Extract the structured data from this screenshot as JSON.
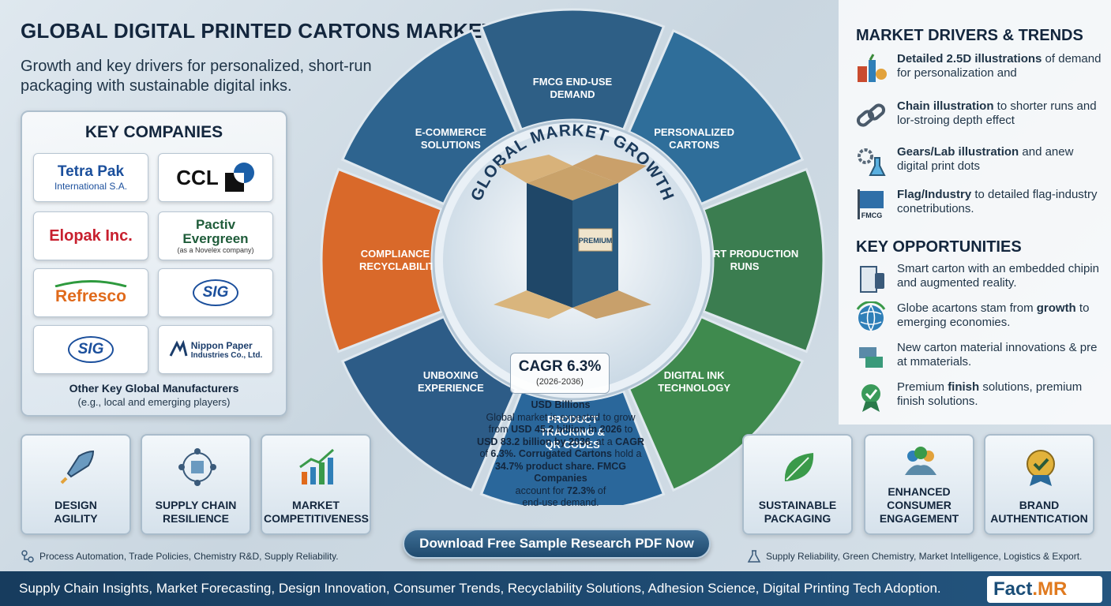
{
  "header": {
    "title": "GLOBAL DIGITAL PRINTED CARTONS MARKET",
    "subtitle": "Growth and key drivers for personalized, short-run packaging with sustainable digital inks."
  },
  "companies": {
    "title": "KEY COMPANIES",
    "logos": [
      {
        "name": "Tetra Pak",
        "sub": "International S.A.",
        "color": "#1b4f9c"
      },
      {
        "name": "CCL",
        "sub": "",
        "color": "#111111"
      },
      {
        "name": "Elopak Inc.",
        "sub": "",
        "color": "#c8202f"
      },
      {
        "name": "Pactiv Evergreen",
        "sub": "(as a Novelex company)",
        "color": "#1f5c3a"
      },
      {
        "name": "Refresco",
        "sub": "",
        "color": "#e06a1b"
      },
      {
        "name": "SIG",
        "sub": "",
        "color": "#1b4f9c"
      },
      {
        "name": "SIG",
        "sub": "",
        "color": "#1b4f9c"
      },
      {
        "name": "Nippon Paper",
        "sub": "Industries Co., Ltd.",
        "color": "#1b3d6b"
      }
    ],
    "other_title": "Other Key Global Manufacturers",
    "other_sub": "(e.g., local and emerging players)"
  },
  "wheel": {
    "center_title": "GLOBAL MARKET GROWTH",
    "box_text": "PREMIUM",
    "segments": [
      {
        "label_1": "FMCG END-USE",
        "label_2": "DEMAND",
        "color": "#2e5f86"
      },
      {
        "label_1": "PERSONALIZED",
        "label_2": "CARTONS",
        "color": "#2f6e9a"
      },
      {
        "label_1": "SHORT PRODUCTION",
        "label_2": "RUNS",
        "color": "#3b7d50"
      },
      {
        "label_1": "DIGITAL INK",
        "label_2": "TECHNOLOGY",
        "color": "#3f8a4e"
      },
      {
        "label_1": "PRODUCT",
        "label_2": "TRACKING &",
        "label_3": "QR CODES",
        "color": "#2a679b"
      },
      {
        "label_1": "UNBOXING",
        "label_2": "EXPERIENCE",
        "color": "#2d5c87"
      },
      {
        "label_1": "COMPLIANCE &",
        "label_2": "RECYCLABILITY",
        "color": "#d9692a"
      },
      {
        "label_1": "E-COMMERCE",
        "label_2": "SOLUTIONS",
        "color": "#2e648f"
      }
    ],
    "ink_left": "water-drop",
    "ink_right": "sustainable"
  },
  "cagr": {
    "value": "CAGR 6.3%",
    "period": "(2026-2036)",
    "unit": "USD Billions",
    "text_1": "Global market is expected to grow",
    "text_2a": "from ",
    "text_2b": "USD 45.2 billion in 2026",
    "text_2c": " to",
    "text_3a": "USD 83.2 billion by 2036",
    "text_3b": ", at a ",
    "text_3c": "CAGR",
    "text_4a": "of ",
    "text_4b": "6.3%. Corrugated Cartons",
    "text_4c": " hold a",
    "text_5": "34.7% product share. FMCG Companies",
    "text_6a": "account for ",
    "text_6b": "72.3%",
    "text_6c": " of",
    "text_7": "end-use demand."
  },
  "drivers": {
    "heading": "MARKET DRIVERS & TRENDS",
    "items": [
      {
        "bold": "Detailed 2.5D illustrations",
        "rest": " of demand for personalization and"
      },
      {
        "bold": "Chain illustration",
        "rest": " to shorter runs and lor-stroing depth effect"
      },
      {
        "bold": "Gears/Lab illustration",
        "rest": " and anew digital print dots"
      },
      {
        "bold": "Flag/Industry",
        "rest": " to detailed flag-industry conetributions."
      }
    ],
    "flag_text": "FMCG"
  },
  "opportunities": {
    "heading": "KEY OPPORTUNITIES",
    "items": [
      {
        "pre": "Smart carton with an embedded chipin and augmented reality.",
        "bold": "",
        "post": ""
      },
      {
        "pre": "Globe acartons stam from ",
        "bold": "growth",
        "post": " to emerging economies."
      },
      {
        "pre": "New carton material innovations & pre at mmaterials.",
        "bold": "",
        "post": ""
      },
      {
        "pre": "Premium ",
        "bold": "finish",
        "post": " solutions, premium finish solutions."
      }
    ]
  },
  "features": [
    {
      "label_1": "DESIGN",
      "label_2": "AGILITY"
    },
    {
      "label_1": "SUPPLY CHAIN",
      "label_2": "RESILIENCE"
    },
    {
      "label_1": "MARKET",
      "label_2": "COMPETITIVENESS"
    },
    {
      "label_1": "SUSTAINABLE",
      "label_2": "PACKAGING"
    },
    {
      "label_1": "ENHANCED",
      "label_2": "CONSUMER",
      "label_3": "ENGAGEMENT"
    },
    {
      "label_1": "BRAND",
      "label_2": "AUTHENTICATION"
    }
  ],
  "download_label": "Download Free Sample Research PDF Now",
  "footnotes": {
    "left": "Process Automation, Trade Policies, Chemistry R&D, Supply Reliability.",
    "right": "Supply Reliability, Green Chemistry, Market Intelligence, Logistics & Export."
  },
  "banner": {
    "text": "Supply Chain Insights, Market Forecasting, Design Innovation, Consumer Trends, Recyclability Solutions, Adhesion Science, Digital Printing Tech Adoption.",
    "brand_1": "Fact",
    "brand_2": ".MR"
  }
}
